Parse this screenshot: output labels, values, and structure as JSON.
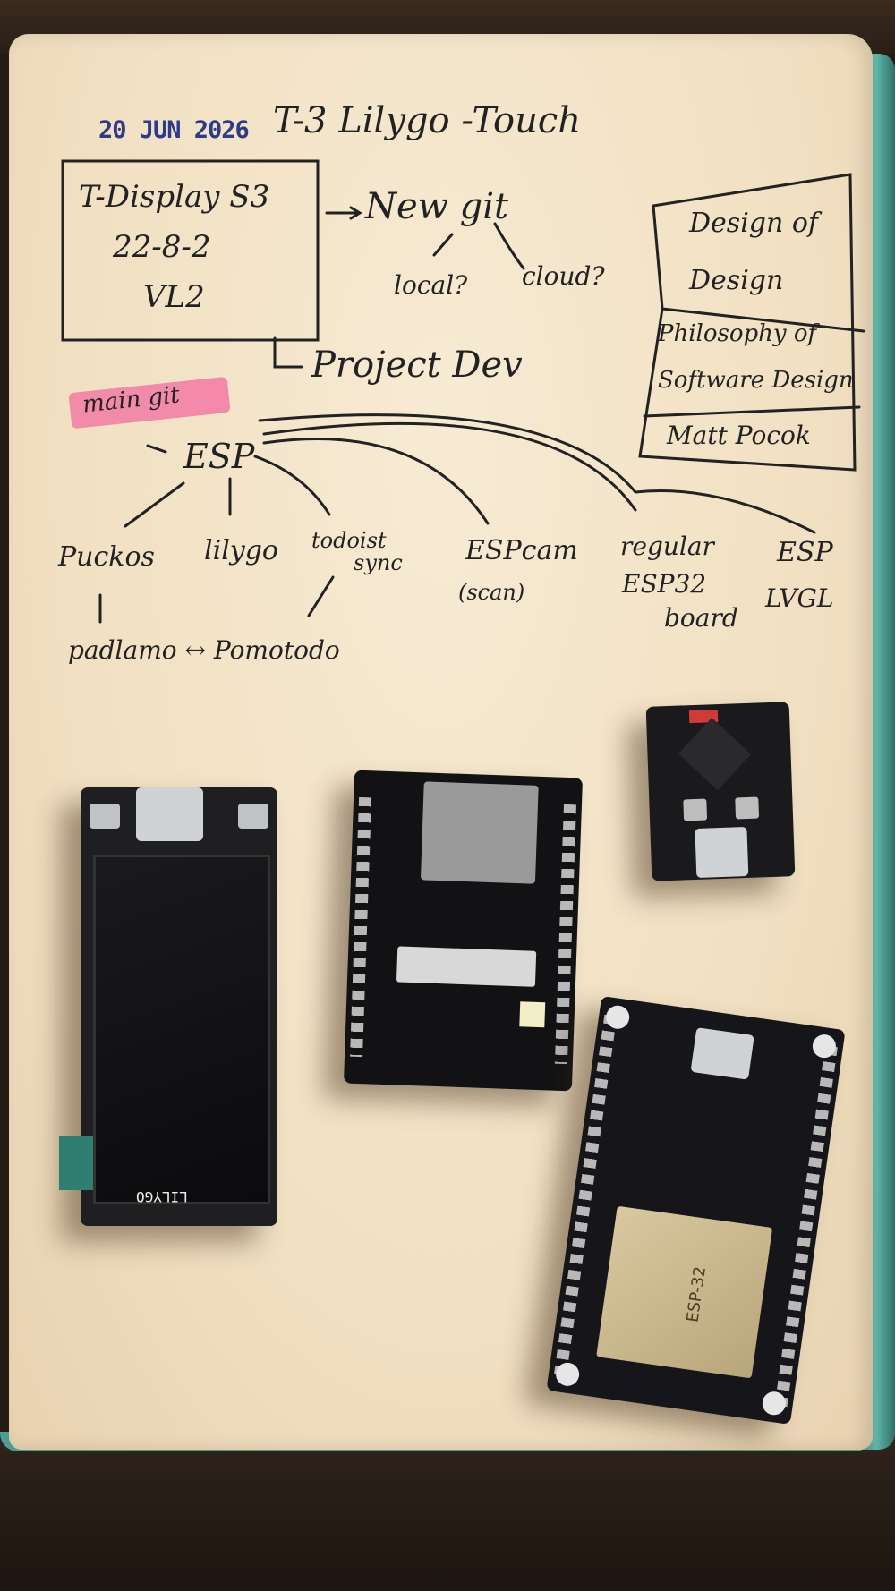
{
  "notebook": {
    "stamp_date": "20 JUN 2026",
    "title": "T-3 Lilygo -Touch",
    "box_left": [
      "T-Display S3",
      "22-8-2",
      "VL2"
    ],
    "new_git": "New git",
    "local": "local?",
    "cloud": "cloud?",
    "project_dev": "Project Dev",
    "books": [
      "Design of",
      "Design",
      "Philosophy of",
      "Software Design",
      "Matt Pocok"
    ],
    "main_git": "main git",
    "esp": "ESP",
    "branches": [
      "Puckos",
      "lilygo",
      "todoist",
      "sync",
      "ESPcam",
      "(scan)",
      "regular",
      "ESP32",
      "board",
      "ESP",
      "LVGL"
    ],
    "pomotodo": "padlamo ↔ Pomotodo"
  },
  "boards": {
    "lilygo_label": "LILYGO",
    "esp32_module_label": "ESP-32"
  },
  "colors": {
    "ink": "#222222",
    "stamp": "#2e3a8c",
    "highlighter": "#f27aa6",
    "page": "#f4e6cb",
    "cover": "#4c9e94"
  }
}
